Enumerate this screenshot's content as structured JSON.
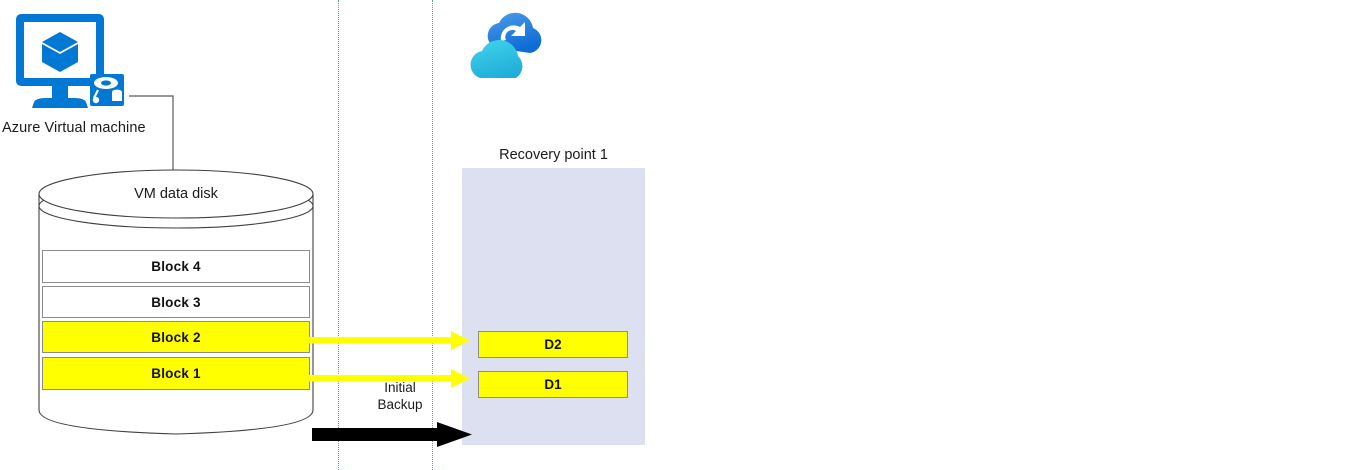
{
  "diagram": {
    "title": "Azure VM backup initial recovery point diagram",
    "colors": {
      "azure_blue": "#0078D4",
      "cloud_light": "#32BEDD",
      "cloud_dark": "#3A8DDE",
      "highlight_yellow": "#FFFF00",
      "panel_fill": "#DCE0F0",
      "guide_line": "#5B9BD5",
      "arrow_black": "#000000",
      "outline_gray": "#8c8c8c"
    }
  },
  "source": {
    "vm_icon_name": "azure-virtual-machine-icon",
    "vm_label": "Azure Virtual machine",
    "disk_label": "VM data disk",
    "blocks": [
      {
        "label": "Block 4",
        "state": "unchanged"
      },
      {
        "label": "Block 3",
        "state": "unchanged"
      },
      {
        "label": "Block 2",
        "state": "backed-up"
      },
      {
        "label": "Block 1",
        "state": "backed-up"
      }
    ]
  },
  "target": {
    "cloud_icon_name": "azure-backup-cloud-icon",
    "recovery_point_title": "Recovery point 1",
    "data_blocks": [
      {
        "label": "D2"
      },
      {
        "label": "D1"
      }
    ]
  },
  "transfer": {
    "operation_label_line1": "Initial",
    "operation_label_line2": "Backup",
    "yellow_arrows": [
      {
        "from": "Block 2",
        "to": "D2"
      },
      {
        "from": "Block 1",
        "to": "D1"
      }
    ],
    "black_arrow": {
      "name": "initial-backup-arrow"
    }
  }
}
